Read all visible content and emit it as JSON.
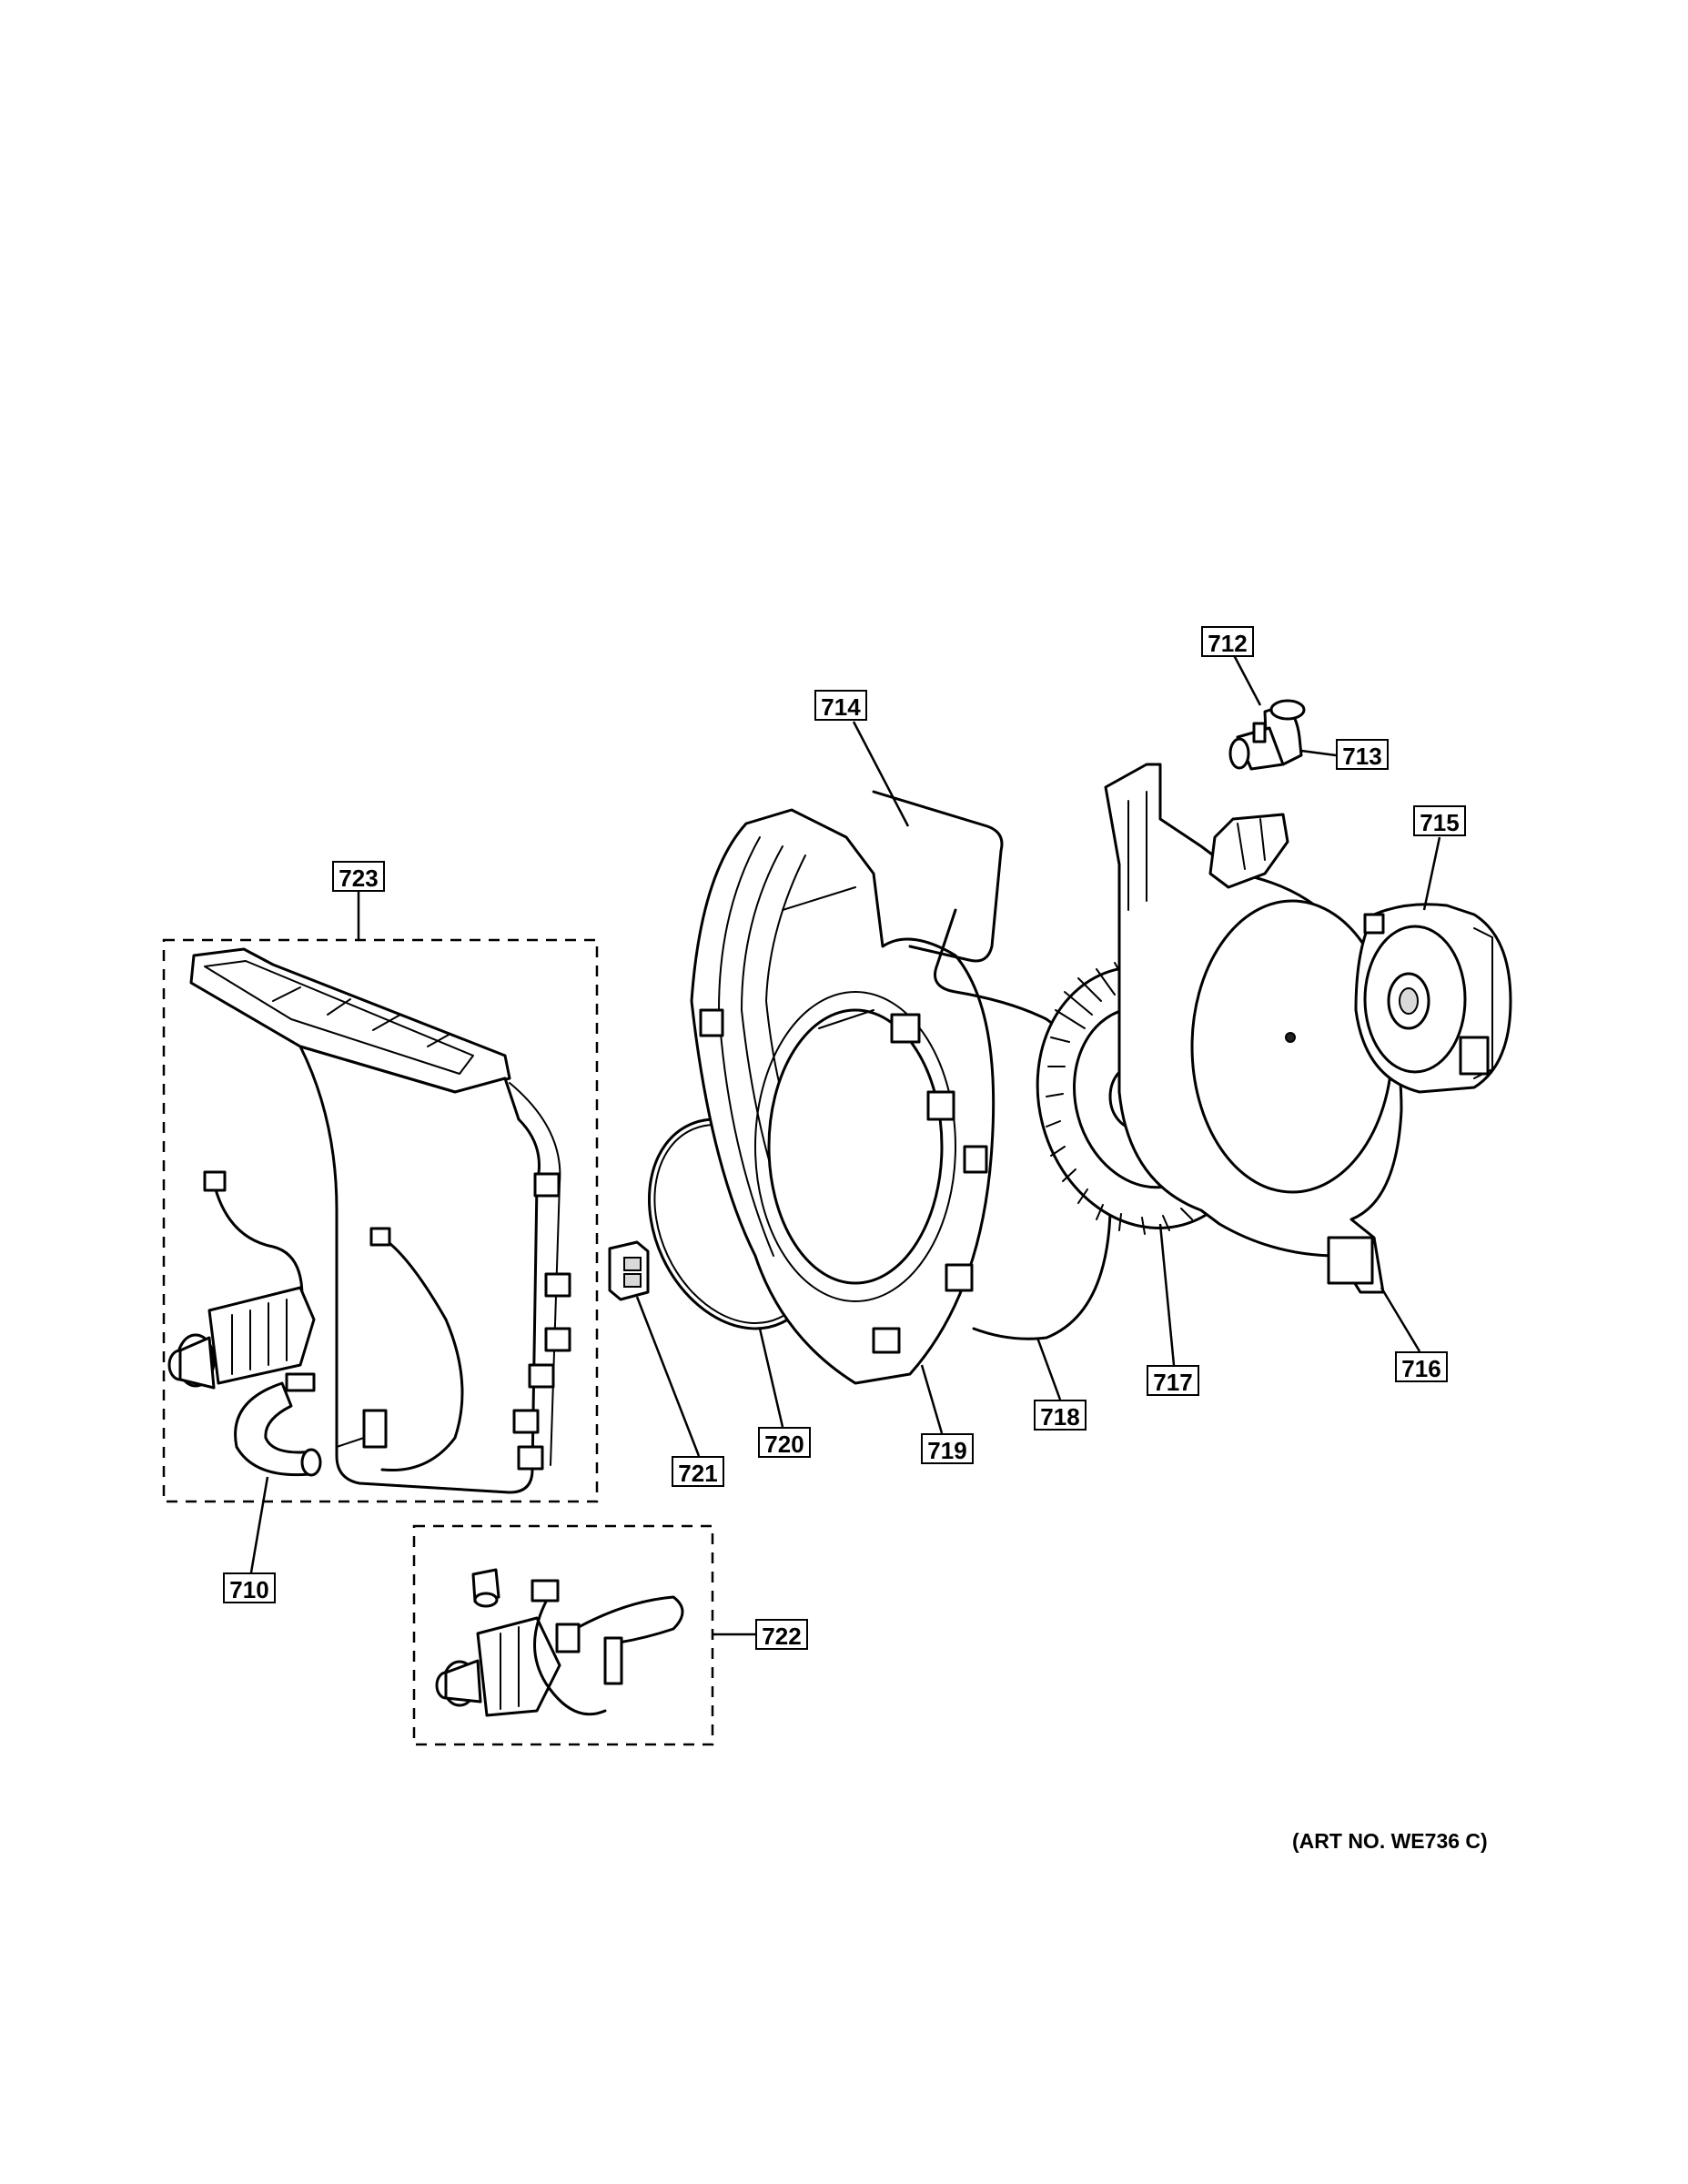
{
  "diagram": {
    "callouts": {
      "c710": "710",
      "c712": "712",
      "c713": "713",
      "c714": "714",
      "c715": "715",
      "c716": "716",
      "c717": "717",
      "c718": "718",
      "c719": "719",
      "c720": "720",
      "c721": "721",
      "c722": "722",
      "c723": "723"
    },
    "art_number": "(ART NO. WE736 C)"
  }
}
